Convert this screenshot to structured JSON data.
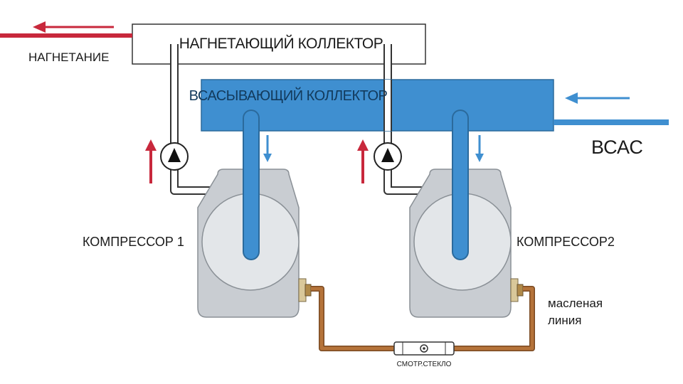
{
  "discharge_manifold": {
    "label": "НАГНЕТАЮЩИЙ КОЛЛЕКТОР"
  },
  "suction_manifold": {
    "label": "ВСАСЫВАЮЩИЙ КОЛЛЕКТОР"
  },
  "discharge_outlet": {
    "label": "НАГНЕТАНИЕ"
  },
  "suction_inlet": {
    "label": "ВСАС"
  },
  "compressors": [
    {
      "label": "КОМПРЕССОР 1"
    },
    {
      "label": "КОМПРЕССОР2"
    }
  ],
  "oil_line": {
    "label_line1": "масленая",
    "label_line2": "линия"
  },
  "sight_glass": {
    "label": "СМОТР.СТЕКЛО"
  },
  "colors": {
    "suction_blue": "#3f8fd0",
    "discharge_red": "#c8283c",
    "oil_brown": "#b5733a",
    "compressor_grey": "#c9cdd2"
  }
}
